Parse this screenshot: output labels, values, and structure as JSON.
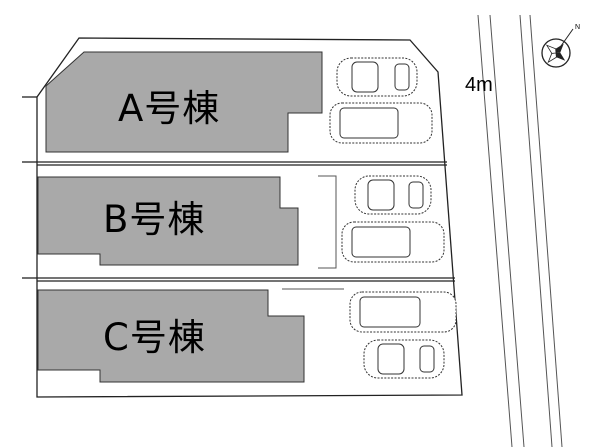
{
  "buildings": [
    {
      "id": "A",
      "label": "A号棟"
    },
    {
      "id": "B",
      "label": "B号棟"
    },
    {
      "id": "C",
      "label": "C号棟"
    }
  ],
  "road": {
    "width_label": "4m"
  },
  "compass": {
    "north_label": "N",
    "icon": "compass-rose-icon"
  },
  "colors": {
    "building_fill": "#a9a9a9",
    "line": "#222222",
    "background": "#ffffff"
  }
}
